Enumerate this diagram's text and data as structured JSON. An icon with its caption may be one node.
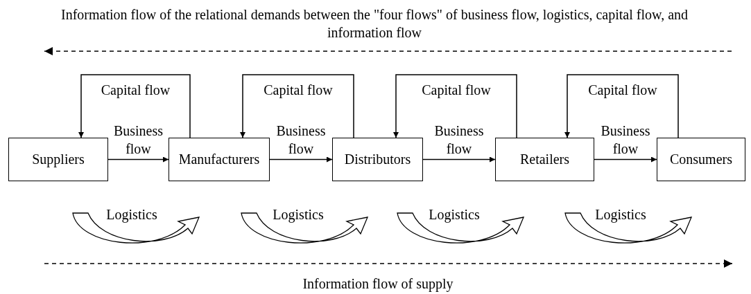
{
  "diagram": {
    "nodes": [
      {
        "text": [
          "Suppliers"
        ]
      },
      {
        "text": [
          "Manufacturers"
        ]
      },
      {
        "text": [
          "Distributors"
        ]
      },
      {
        "text": [
          "Retailers"
        ]
      },
      {
        "text": [
          "Consumers"
        ]
      }
    ],
    "edges": [
      {
        "from": 0,
        "to": 1,
        "arrow": "to",
        "label": "Business flow"
      },
      {
        "from": 1,
        "to": 0,
        "arrow": "to",
        "label": "Capital flow"
      },
      {
        "from": 1,
        "to": 2,
        "arrow": "to",
        "label": "Business flow"
      },
      {
        "from": 2,
        "to": 1,
        "arrow": "to",
        "label": "Capital flow"
      },
      {
        "from": 2,
        "to": 3,
        "arrow": "to",
        "label": "Business flow"
      },
      {
        "from": 3,
        "to": 2,
        "arrow": "to",
        "label": "Capital flow"
      },
      {
        "from": 3,
        "to": 4,
        "arrow": "to",
        "label": "Business flow"
      },
      {
        "from": 4,
        "to": 3,
        "arrow": "to",
        "label": "Capital flow"
      }
    ],
    "labels": [
      "Information flow of the relational demands between the \"four flows\" of business flow, logistics, capital flow, and information flow",
      "Logistics",
      "Logistics",
      "Logistics",
      "Logistics",
      "Information flow of supply"
    ]
  }
}
